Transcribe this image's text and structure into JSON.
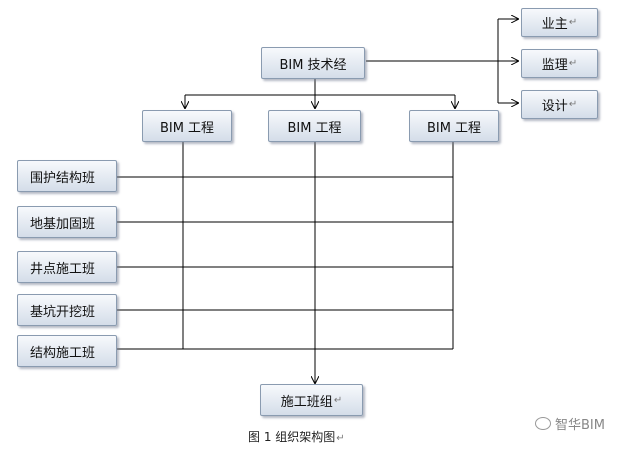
{
  "diagram": {
    "top_node": "BIM 技术经",
    "stakeholders": [
      "业主",
      "监理",
      "设计"
    ],
    "engineering_nodes": [
      "BIM 工程",
      "BIM 工程",
      "BIM 工程"
    ],
    "crews": [
      "围护结构班",
      "地基加固班",
      "井点施工班",
      "基坑开挖班",
      "结构施工班"
    ],
    "bottom_node": "施工班组",
    "caption": "图 1  组织架构图",
    "paragraph_mark": "↵",
    "line_color": "#000000",
    "box_border_color": "#8a9bb0"
  },
  "watermark": {
    "text": "智华BIM",
    "icon": "wechat-icon"
  }
}
